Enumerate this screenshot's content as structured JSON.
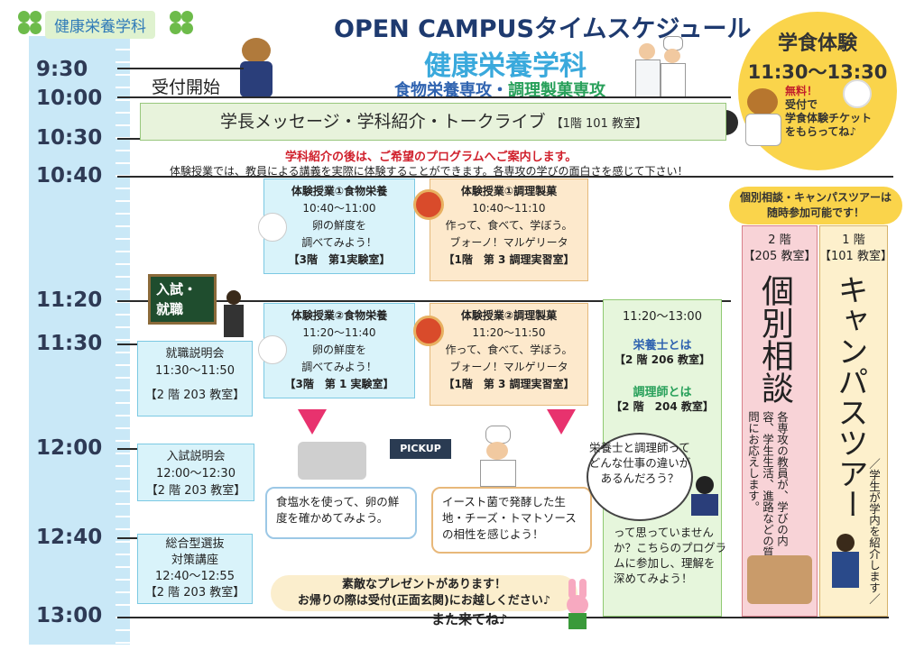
{
  "header": {
    "dept_tag": "健康栄養学科",
    "title": "OPEN CAMPUSタイムスケジュール",
    "subtitle": "健康栄養学科",
    "course1": "食物栄養専攻",
    "course_sep": "・",
    "course2": "調理製菓専攻"
  },
  "timeline": {
    "times": [
      "9:30",
      "10:00",
      "10:30",
      "10:40",
      "11:20",
      "11:30",
      "12:00",
      "12:40",
      "13:00"
    ],
    "reception": "受付開始"
  },
  "lunch": {
    "title": "学食体験",
    "time": "11:30〜13:30",
    "free": "無料！",
    "note1": "受付で",
    "note2": "学食体験チケット",
    "note3": "をもらってね♪"
  },
  "banner": {
    "text": "学長メッセージ・学科紹介・トークライブ",
    "room": "【1階 101 教室】"
  },
  "notices": {
    "red": "学科紹介の後は、ご希望のプログラムへご案内します。",
    "black": "体験授業では、教員による講義を実際に体験することができます。各専攻の学びの面白さを感じて下さい！"
  },
  "classes": {
    "c1": {
      "title": "体験授業①食物栄養",
      "time": "10:40〜11:00",
      "line1": "卵の鮮度を",
      "line2": "調べてみよう！",
      "room": "【3階　第1実験室】"
    },
    "c2": {
      "title": "体験授業①調理製菓",
      "time": "10:40〜11:10",
      "line1": "作って、食べて、学ぼう。",
      "line2": "ブォーノ！マルゲリータ",
      "room": "【1階　第 3 調理実習室】"
    },
    "c3": {
      "title": "体験授業②食物栄養",
      "time": "11:20〜11:40",
      "line1": "卵の鮮度を",
      "line2": "調べてみよう！",
      "room": "【3階　第 1 実験室】"
    },
    "c4": {
      "title": "体験授業②調理製菓",
      "time": "11:20〜11:50",
      "line1": "作って、食べて、学ぼう。",
      "line2": "ブォーノ！マルゲリータ",
      "room": "【1階　第 3 調理実習室】"
    }
  },
  "board": {
    "line1": "入試・",
    "line2": "就職"
  },
  "sessions": {
    "job": {
      "title": "就職説明会",
      "time": "11:30〜11:50",
      "room": "【2 階 203 教室】"
    },
    "exam": {
      "title": "入試説明会",
      "time": "12:00〜12:30",
      "room": "【2 階 203 教室】"
    },
    "comp": {
      "title1": "総合型選抜",
      "title2": "対策講座",
      "time": "12:40〜12:55",
      "room": "【2 階 203 教室】"
    }
  },
  "green": {
    "time": "11:20〜13:00",
    "t1": "栄養士とは",
    "r1": "【2 階 206 教室】",
    "t2": "調理師とは",
    "r2": "【2 階　204 教室】",
    "bubble": "栄養士と調理師ってどんな仕事の違いがあるんだろう？",
    "note1": "って思っていません",
    "note2": "か？こちらのプログラ",
    "note3": "ムに参加し、理解を",
    "note4": "深めてみよう！"
  },
  "pickup": {
    "label": "PICKUP",
    "egg_note": "食塩水を使って、卵の鮮度を確かめてみよう。",
    "pizza_note": "イースト菌で発酵した生地・チーズ・トマトソースの相性を感じよう！"
  },
  "consult": {
    "pill1": "個別相談・キャンパスツアーは",
    "pill2": "随時参加可能です！",
    "floor": "2 階",
    "room": "【205 教室】",
    "big": "個別相談",
    "desc": "各専攻の教員が、学びの内容、学生生活、進路などの質問にお応えします。"
  },
  "tour": {
    "floor": "1 階",
    "room": "【101 教室】",
    "big": "キャンパスツアー",
    "desc": "／学生が学内を紹介します／"
  },
  "footer": {
    "present1": "素敵なプレゼントがあります！",
    "present2": "お帰りの際は受付(正面玄関)にお越しください♪",
    "bye": "また来てね♪"
  },
  "colors": {
    "navy": "#1e3a6f",
    "sky": "#3aa9dc",
    "green": "#28a05a",
    "yellow": "#fad44b",
    "red": "#c21f2b",
    "pink": "#f8d3d7"
  }
}
